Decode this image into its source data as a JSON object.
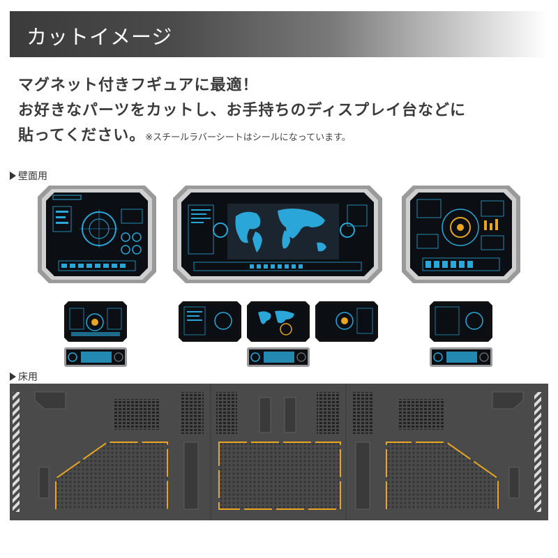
{
  "header": {
    "title": "カットイメージ"
  },
  "description": {
    "line1": "マグネット付きフギュアに最適！",
    "line2": "お好きなパーツをカットし、お手持ちのディスプレイ台などに",
    "line3_main": "貼ってください。",
    "line3_note": "※スチールラバーシートはシールになっています。"
  },
  "sections": {
    "wall": "壁面用",
    "floor": "床用"
  },
  "colors": {
    "screen_bg": "#0b0f14",
    "hud_cyan": "#2aa7d8",
    "frame_gray": "#9a9a9a",
    "floor_gray": "#4a4a4a",
    "accent_yellow": "#e8a623"
  }
}
